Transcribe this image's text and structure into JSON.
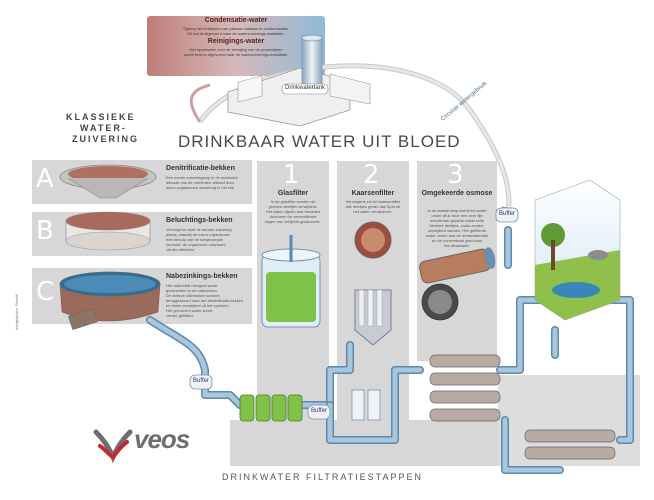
{
  "title": "DRINKBAAR WATER UIT BLOED",
  "classic_heading": [
    "KLASSIEKE",
    "WATER-",
    "ZUIVERING"
  ],
  "bottom_title": "DRINKWATER FILTRATIESTAPPEN",
  "logo_text": "veos",
  "copyright": "Infographics: Resoft",
  "top_box": {
    "condensation_title": "Condensatie-water",
    "condensation_text": [
      "Tijdens het indampen van plasma ontstaat er condenswater.",
      "Dit wordt afgevoerd naar de waterzuiverings-installatie."
    ],
    "cleaning_title": "Reinigings-water",
    "cleaning_text": [
      "Het spoelwater voor de reiniging van de proceslijnen",
      "wordt tevens afgevoerd naar de waterzuiverings-installatie."
    ]
  },
  "tank_label": "Drinkwatertank",
  "circulair_label": "Circulair watergebruik",
  "classic_steps": [
    {
      "letter": "A",
      "title": "Denitrificatie-bekken",
      "text": [
        "Een eerste zuiveringstap in de anaërobe",
        "afbraak van de nutriënten stikstof door",
        "micro-organismen aanwezig in het slib."
      ]
    },
    {
      "letter": "B",
      "title": "Beluchtings-bekken",
      "text": [
        "Vervolgens vindt de aerobe zuivering",
        "plaats, waarbij de micro-organismen",
        "met behulp van de toegevoegde",
        "zuurstof, de organische vuilvracht",
        "verder afbreken."
      ]
    },
    {
      "letter": "C",
      "title": "Nabezinkings-bekken",
      "text": [
        "Het water/slib mengsel wordt",
        "gescheiden in de nabezinker.",
        "De actieve slibvlokken worden",
        "teruggestuurd naar het denitrificatie-bekken",
        "en deels verwijderd uit het systeem.",
        "Het gezuiverd water wordt",
        "verder gefilterd."
      ]
    }
  ],
  "filter_steps": [
    {
      "number": "1",
      "title": "Glasfilter",
      "text": [
        "In de glasfilter worden de",
        "grovere deeltjes verwijderd.",
        "Het water zijpelt naar beneden",
        "doorheen de verschillende",
        "lagen van verfijnde glaskorrels."
      ]
    },
    {
      "number": "2",
      "title": "Kaarsenfilter",
      "text": [
        "Vervolgens zal de kaarsenfilter",
        "alle deeltjes groter dan 5µm uit",
        "het water verwijderen."
      ]
    },
    {
      "number": "3",
      "title": "Omgekeerde osmose",
      "text": [
        "In de laatste stap wordt het water",
        "onder druk door een zeer fijn",
        "membraan geperst zodat zelfs",
        "kleinere deeltjes, zoals zouten,",
        "verwijderd worden. Het gefilterde",
        "water vloeit naar de drinkwatertank",
        "en de concentraat gaat naar",
        "het afvalwater."
      ]
    }
  ],
  "buffer_label": "Buffer",
  "colors": {
    "pipe": "#a8c6dc",
    "pipe_dark": "#5c89ad",
    "panel": "#d3d3d3",
    "top_box_left": "#c98a86",
    "top_box_right": "#8fb9d6",
    "logo_red": "#c4272f",
    "logo_grey": "#6e6e6e",
    "green_glass": "#7ec24a"
  }
}
